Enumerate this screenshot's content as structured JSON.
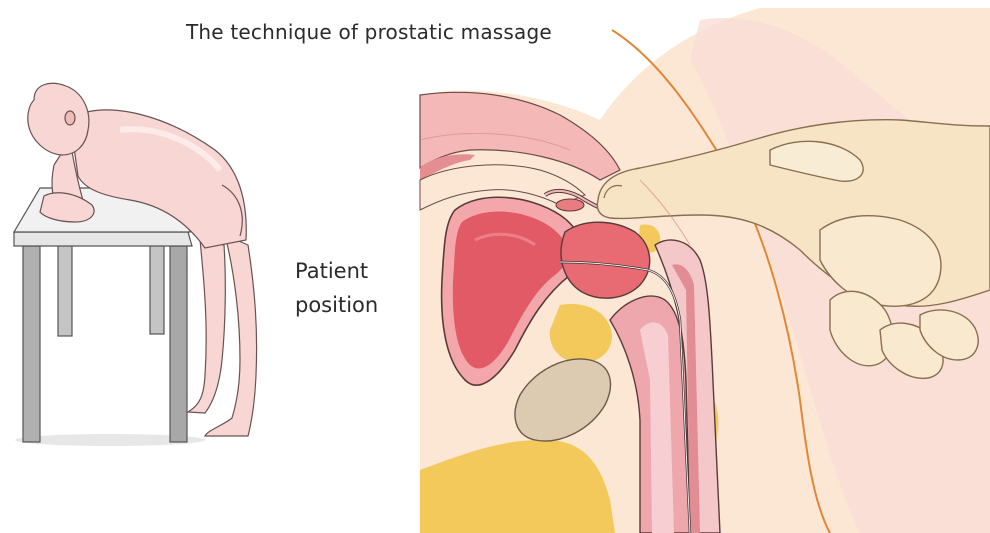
{
  "figure": {
    "title": "The technique of prostatic massage",
    "patient_label": {
      "line1": "Patient",
      "line2": "position"
    }
  },
  "colors": {
    "skin": "#f8d6d3",
    "skin_shadow": "#eab0ae",
    "outline": "#5a4a4a",
    "table_top": "#d9d9d9",
    "table_legs": "#9a9a9a",
    "bladder": "#e4606a",
    "bladder_wall": "#f2a1a6",
    "prostate": "#e96d74",
    "fat": "#f0c23e",
    "bone": "#d8c4a8",
    "hand": "#f5e0bf"
  }
}
